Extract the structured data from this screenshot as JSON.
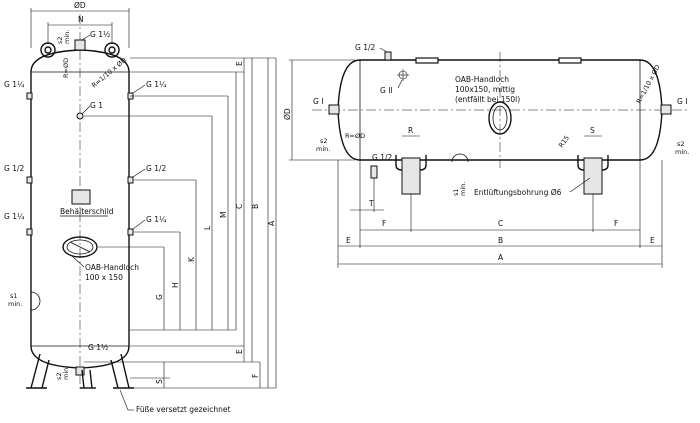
{
  "vertical_view": {
    "dims": {
      "D": "ØD",
      "N": "N",
      "A": "A",
      "B": "B",
      "C": "C",
      "M": "M",
      "L": "L",
      "K": "K",
      "H": "H",
      "G": "G",
      "E_top": "E",
      "E_bottom": "E",
      "F": "F",
      "S": "S"
    },
    "connections": {
      "top": "G 1½",
      "upper_left": "G 1¼",
      "upper_right": "G 1¼",
      "center": "G 1",
      "mid_left": "G 1/2",
      "mid_right": "G 1/2",
      "lower_left": "G 1¼",
      "lower_right": "G 1¼",
      "bottom": "G 1½"
    },
    "labels": {
      "vessel_plate": "Behälterschild",
      "handhole_line1": "OAB-Handloch",
      "handhole_line2": "100 x 150",
      "head_formula": "R=1/10 x ØD",
      "radius": "R=ØD",
      "s2_top_a": "s2",
      "s2_top_b": "min.",
      "s1_a": "s1",
      "s1_b": "min.",
      "s2_bottom_a": "s2",
      "s2_bottom_b": "min.",
      "feet_note": "Füße versetzt gezeichnet"
    }
  },
  "horizontal_view": {
    "dims": {
      "D": "ØD",
      "A": "A",
      "B": "B",
      "C": "C",
      "F_left": "F",
      "F_right": "F",
      "E_left": "E",
      "E_right": "E",
      "T": "T",
      "R": "R",
      "S": "S",
      "R15": "R15"
    },
    "connections": {
      "top": "G 1/2",
      "top_inner": "G II",
      "left": "G I",
      "right": "G I",
      "bottom": "G 1/2"
    },
    "labels": {
      "handhole_line1": "OAB-Handloch",
      "handhole_line2": "100x150, mittig",
      "handhole_line3": "(entfällt bei 150l)",
      "head_formula": "R=1/10 x ØD",
      "radius": "R=ØD",
      "s2_a": "s2",
      "s2_b": "min.",
      "s2_right_a": "s2",
      "s2_right_b": "min.",
      "s1_a": "s1",
      "s1_b": "min.",
      "vent": "Entlüftungsbohrung Ø6"
    }
  }
}
